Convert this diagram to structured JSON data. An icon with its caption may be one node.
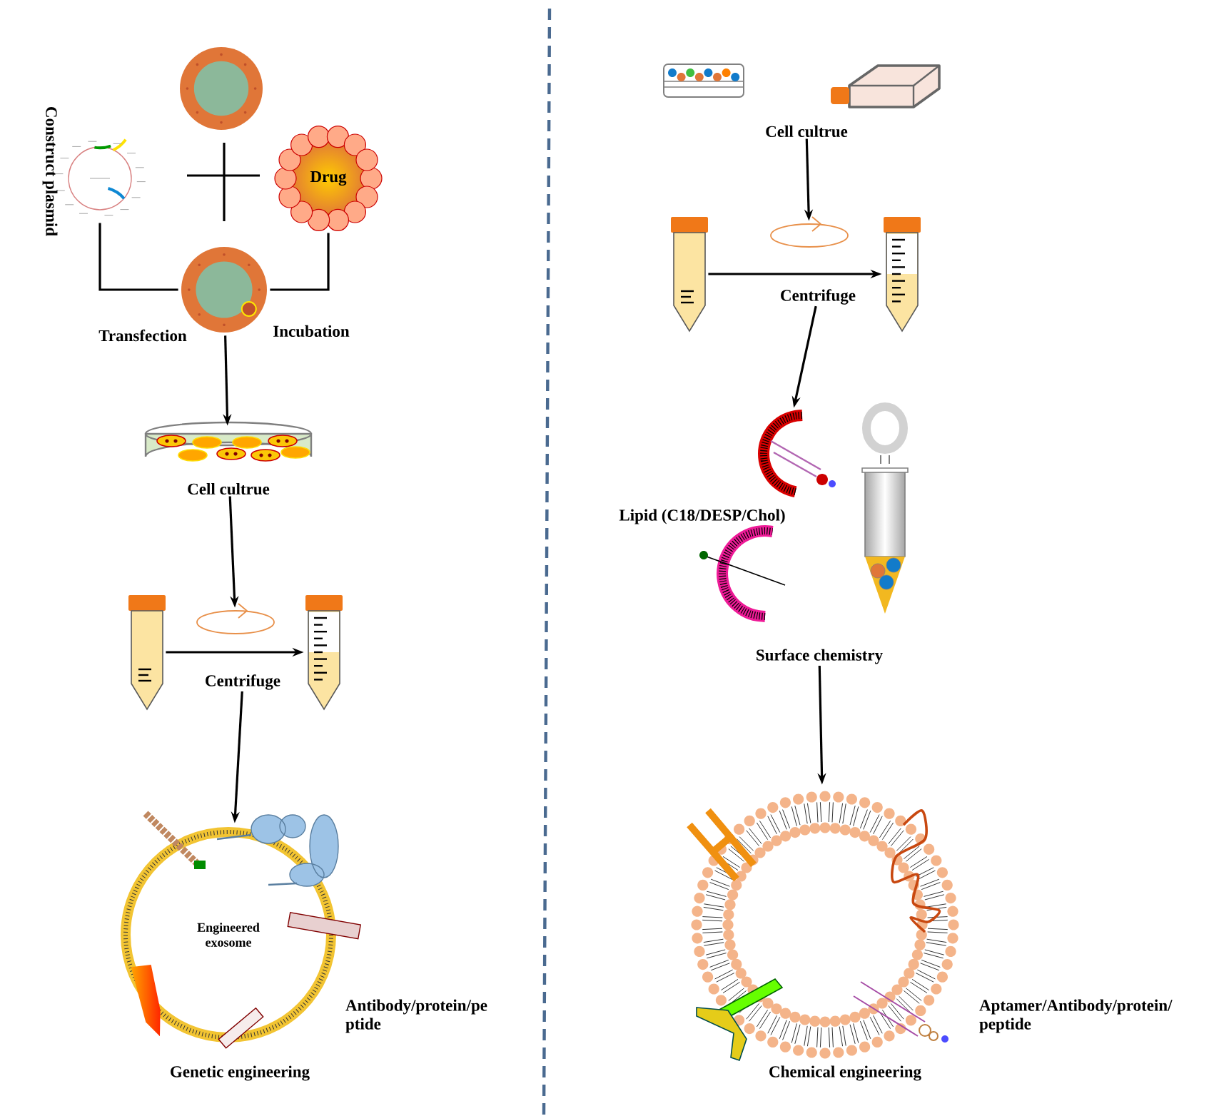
{
  "diagram": {
    "nodes": [
      {
        "text": [],
        "shape": "picture",
        "beside": [
          "Construct plasmid"
        ]
      },
      {
        "text": [],
        "shape": "picture"
      },
      {
        "text": [
          "Drug"
        ]
      },
      {
        "text": [],
        "shape": "picture"
      },
      {
        "text": [
          "Cell cultrue"
        ]
      },
      {
        "text": [],
        "shape": "picture"
      },
      {
        "text": [],
        "shape": "picture"
      },
      {
        "text": [
          "Centrifuge"
        ]
      },
      {
        "text": [],
        "shape": "picture"
      },
      {
        "text": [
          "Engineered exosome"
        ],
        "beside": [
          "Antibody/protein/pe ptide",
          "Genetic engineering"
        ]
      },
      {
        "text": [],
        "shape": "picture"
      },
      {
        "text": [],
        "shape": "picture"
      },
      {
        "text": [
          "Cell cultrue"
        ]
      },
      {
        "text": [],
        "shape": "picture"
      },
      {
        "text": [],
        "shape": "picture"
      },
      {
        "text": [
          "Centrifuge"
        ]
      },
      {
        "text": [],
        "shape": "picture"
      },
      {
        "text": [],
        "shape": "picture"
      },
      {
        "text": [],
        "shape": "picture"
      },
      {
        "text": [],
        "shape": "picture"
      },
      {
        "text": [
          "Surface chemistry"
        ]
      },
      {
        "text": [],
        "shape": "picture",
        "beside": [
          "Aptamer/Antibody/protein/ peptide",
          "Chemical engineering"
        ]
      }
    ],
    "edges": [
      {
        "from": 0,
        "to": 3,
        "arrow": "none",
        "label": "Transfection"
      },
      {
        "from": 2,
        "to": 3,
        "arrow": "none",
        "label": "Incubation"
      },
      {
        "from": 3,
        "to": 4,
        "arrow": "to"
      },
      {
        "from": 4,
        "to": 6,
        "arrow": "to"
      },
      {
        "from": 5,
        "to": 8,
        "arrow": "to"
      },
      {
        "from": 7,
        "to": 9,
        "arrow": "to"
      },
      {
        "from": 12,
        "to": 14,
        "arrow": "to"
      },
      {
        "from": 13,
        "to": 16,
        "arrow": "to"
      },
      {
        "from": 15,
        "to": 17,
        "arrow": "to"
      },
      {
        "from": 20,
        "to": 21,
        "arrow": "to"
      }
    ],
    "labels": [
      "Lipid (C18/DESP/Chol)"
    ]
  }
}
